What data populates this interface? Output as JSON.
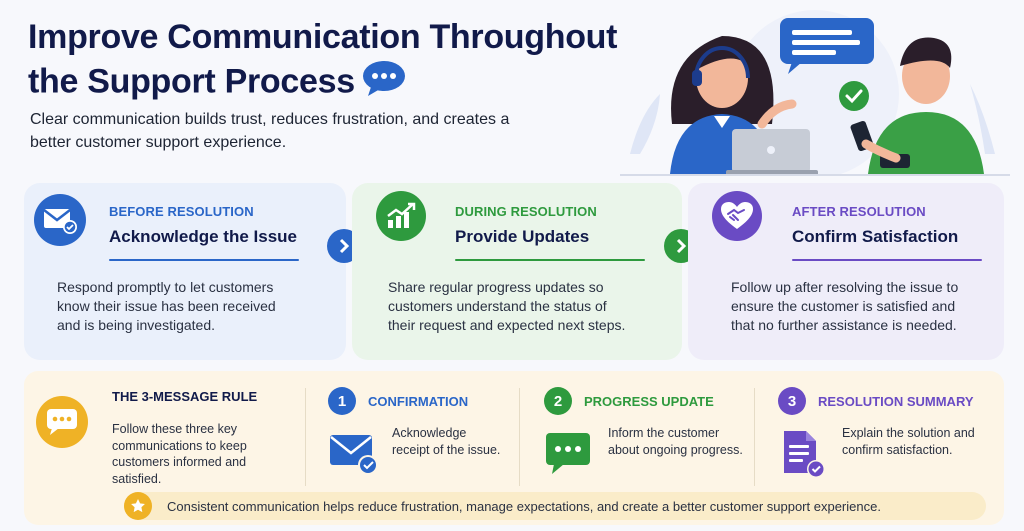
{
  "header": {
    "title_line1": "Improve Communication Throughout",
    "title_line2": "the Support Process",
    "subtitle": "Clear communication builds trust, reduces frustration, and creates a better customer support experience."
  },
  "stages": [
    {
      "phase": "BEFORE RESOLUTION",
      "heading": "Acknowledge the Issue",
      "description": "Respond promptly to let customers know their issue has been received and is being investigated.",
      "icon": "envelope-check-icon",
      "color": "#2a66c8"
    },
    {
      "phase": "DURING RESOLUTION",
      "heading": "Provide Updates",
      "description": "Share regular progress updates so customers understand the status of their request and expected next steps.",
      "icon": "growth-chart-icon",
      "color": "#2e9a3e"
    },
    {
      "phase": "AFTER RESOLUTION",
      "heading": "Confirm Satisfaction",
      "description": "Follow up after resolving the issue to ensure the customer is satisfied and that no further assistance is needed.",
      "icon": "handshake-heart-icon",
      "color": "#6a4bc4"
    }
  ],
  "rule": {
    "title": "THE 3-MESSAGE RULE",
    "description": "Follow these three key communications to keep customers informed and satisfied.",
    "icon": "chat-dots-icon",
    "color": "#efb226"
  },
  "messages": [
    {
      "number": "1",
      "title": "CONFIRMATION",
      "description": "Acknowledge receipt of the issue.",
      "icon": "envelope-check-icon",
      "color": "#2a66c8"
    },
    {
      "number": "2",
      "title": "PROGRESS UPDATE",
      "description": "Inform the customer about ongoing progress.",
      "icon": "chat-dots-icon",
      "color": "#2e9a3e"
    },
    {
      "number": "3",
      "title": "RESOLUTION SUMMARY",
      "description": "Explain the solution and confirm satisfaction.",
      "icon": "document-check-icon",
      "color": "#6a4bc4"
    }
  ],
  "footer": {
    "text": "Consistent communication helps reduce frustration, manage expectations, and create a better customer support experience.",
    "icon": "star-icon"
  }
}
